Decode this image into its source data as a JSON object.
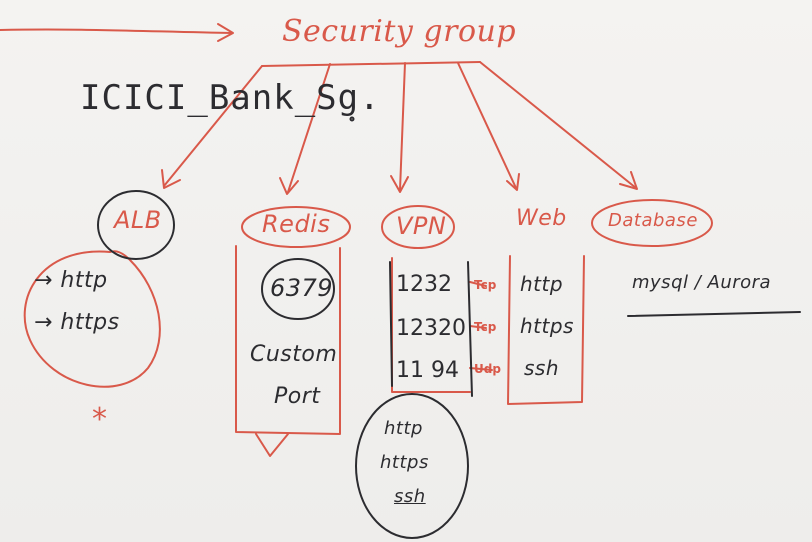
{
  "title": "Security group",
  "subtitle": "ICICI_Bank_Sg.",
  "nodes": {
    "alb": {
      "label": "ALB",
      "rules": [
        "→ http",
        "→ https"
      ],
      "marker": "*"
    },
    "redis": {
      "label": "Redis",
      "port": "6379",
      "note_line1": "Custom",
      "note_line2": "Port"
    },
    "vpn": {
      "label": "VPN",
      "ports": [
        "1232",
        "12320",
        "11 94"
      ],
      "port_tags": [
        "Tcp",
        "Tcp",
        "Udp"
      ],
      "extra": [
        "http",
        "https",
        "ssh"
      ]
    },
    "web": {
      "label": "Web",
      "rules": [
        "http",
        "https",
        "ssh"
      ]
    },
    "database": {
      "label": "Database",
      "engines": "mysql / Aurora"
    }
  },
  "colors": {
    "marker_red": "#d9594a",
    "marker_black": "#2c2c30"
  }
}
